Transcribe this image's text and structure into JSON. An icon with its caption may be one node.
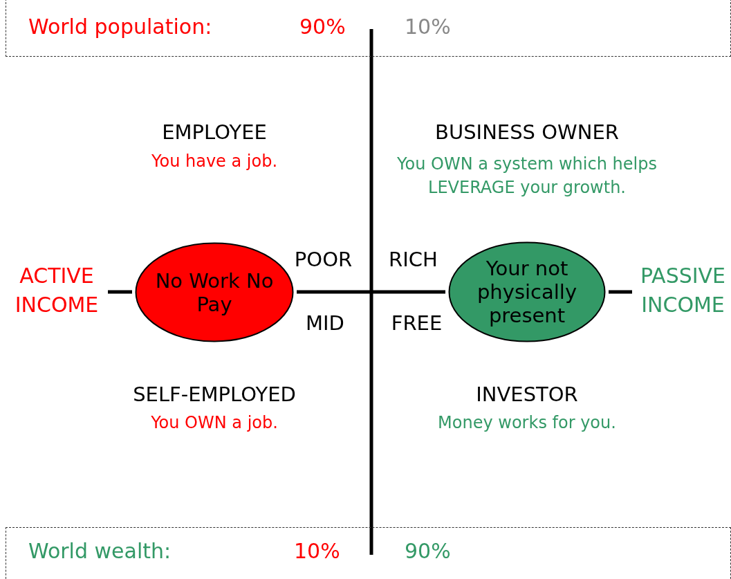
{
  "diagram": {
    "nodes": [
      {
        "text": [
          "World population:",
          "90%",
          "10%"
        ]
      },
      {
        "text": [
          "ACTIVE INCOME"
        ]
      },
      {
        "text": [
          "No Work No Pay"
        ]
      },
      {
        "text": [
          "Your not physically present"
        ]
      },
      {
        "text": [
          "PASSIVE INCOME"
        ]
      },
      {
        "text": [
          "World wealth:",
          "10%",
          "90%"
        ]
      }
    ],
    "edges": [
      {
        "from": 1,
        "to": 2,
        "arrow": "none"
      },
      {
        "from": 2,
        "to": 3,
        "arrow": "none"
      },
      {
        "from": 3,
        "to": 4,
        "arrow": "none"
      }
    ],
    "labels": [
      "EMPLOYEE",
      "You have a job.",
      "BUSINESS OWNER",
      "You OWN a system which helps LEVERAGE your growth.",
      "POOR",
      "RICH",
      "MID",
      "FREE",
      "SELF-EMPLOYED",
      "You OWN a job.",
      "INVESTOR",
      "Money works for you."
    ]
  }
}
